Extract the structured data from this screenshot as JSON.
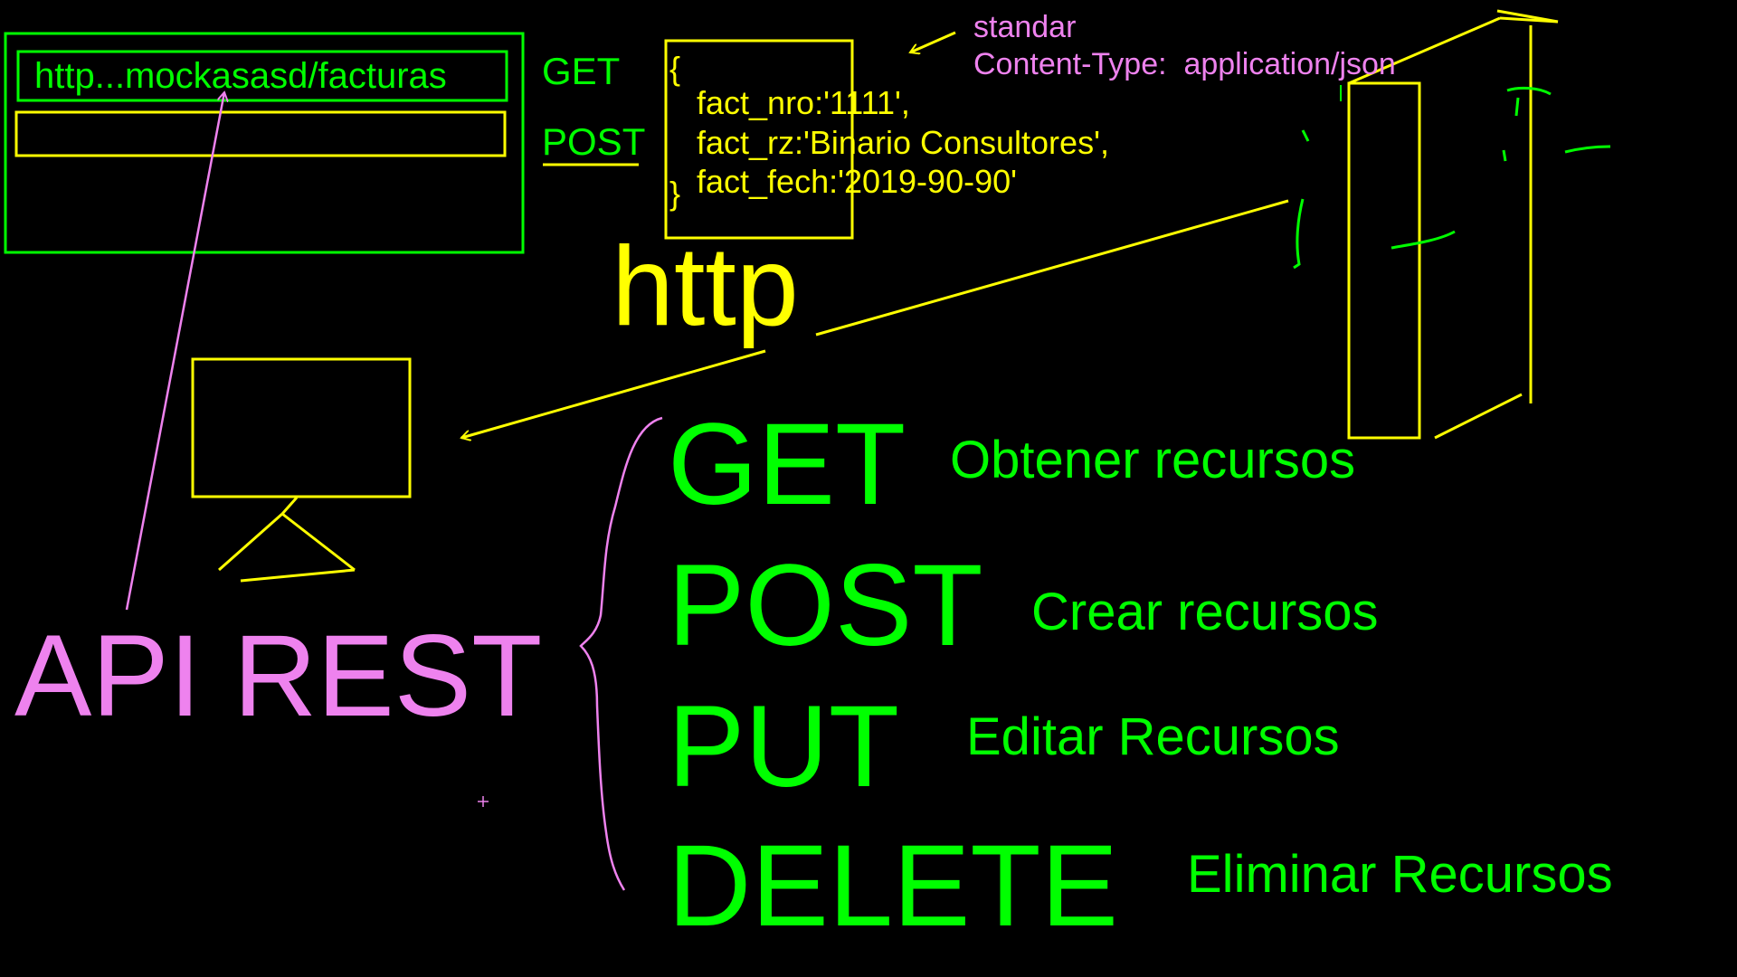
{
  "colors": {
    "background": "#000000",
    "green": "#00ff00",
    "yellow": "#ffff00",
    "pink": "#ee82ee"
  },
  "browser": {
    "url": "http...mockasasd/facturas",
    "methods": [
      "GET",
      "POST"
    ]
  },
  "json_body": {
    "open": "{",
    "lines": [
      "fact_nro:'1111',",
      "fact_rz:'Binario Consultores',",
      "fact_fech:'2019-90-90'"
    ],
    "close": "}"
  },
  "note": {
    "standard": "standar",
    "content_type": "Content-Type:  application/json"
  },
  "protocol": "http",
  "api_label": "API REST",
  "methods": [
    {
      "verb": "GET",
      "description": "Obtener recursos"
    },
    {
      "verb": "POST",
      "description": "Crear recursos"
    },
    {
      "verb": "PUT",
      "description": "Editar Recursos"
    },
    {
      "verb": "DELETE",
      "description": "Eliminar Recursos"
    }
  ]
}
